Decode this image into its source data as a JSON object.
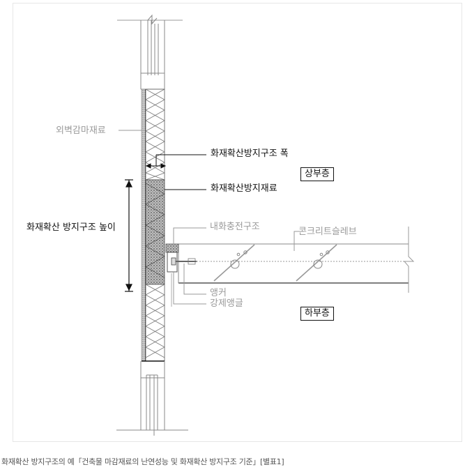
{
  "figure": {
    "caption": "화재확산 방지구조의 예「건축물 마감재료의 난연성능 및 화재확산 방지구조 기준」[별표1]",
    "labels": {
      "exterior_finish": "외벽감마재료",
      "structure_width": "화재확산방지구조 폭",
      "fire_stop_material": "화재확산방지재료",
      "structure_height": "화재확산 방지구조 높이",
      "fireproof_filling": "내화충전구조",
      "concrete_slab": "콘크리트슬레브",
      "anchor": "앵커",
      "steel_angle": "강제앵글"
    },
    "floors": {
      "upper": "상부층",
      "lower": "하부층"
    },
    "colors": {
      "line_dark": "#111111",
      "line_gray": "#9a9a9a",
      "frame_border": "#e6e6e6",
      "caption_text": "#555555"
    }
  }
}
